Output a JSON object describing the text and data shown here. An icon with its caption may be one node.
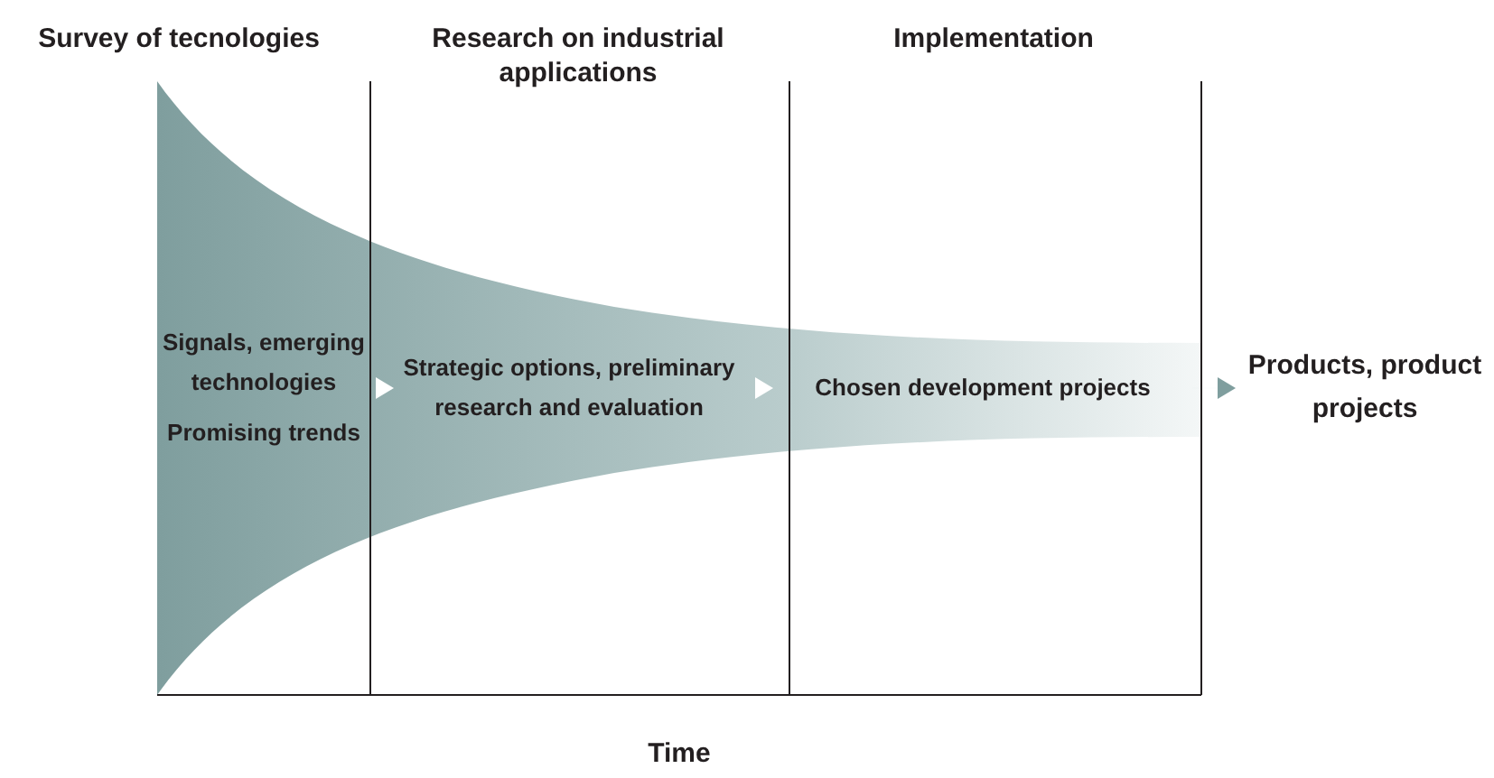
{
  "diagram": {
    "nodes": [
      {
        "text": [
          "Signals, emerging technologies",
          "Promising trends"
        ]
      },
      {
        "text": [
          "Strategic options, preliminary research and evaluation"
        ]
      },
      {
        "text": [
          "Chosen development projects"
        ]
      },
      {
        "text": [
          "Products, product projects"
        ]
      }
    ],
    "edges": [
      {
        "from": 0,
        "to": 1,
        "arrow": "to"
      },
      {
        "from": 1,
        "to": 2,
        "arrow": "to"
      },
      {
        "from": 2,
        "to": 3,
        "arrow": "to",
        "color": "#7f9e9e"
      }
    ],
    "labels": [
      "Survey of tecnologies",
      "Research on industrial applications",
      "Implementation",
      "Time"
    ]
  }
}
